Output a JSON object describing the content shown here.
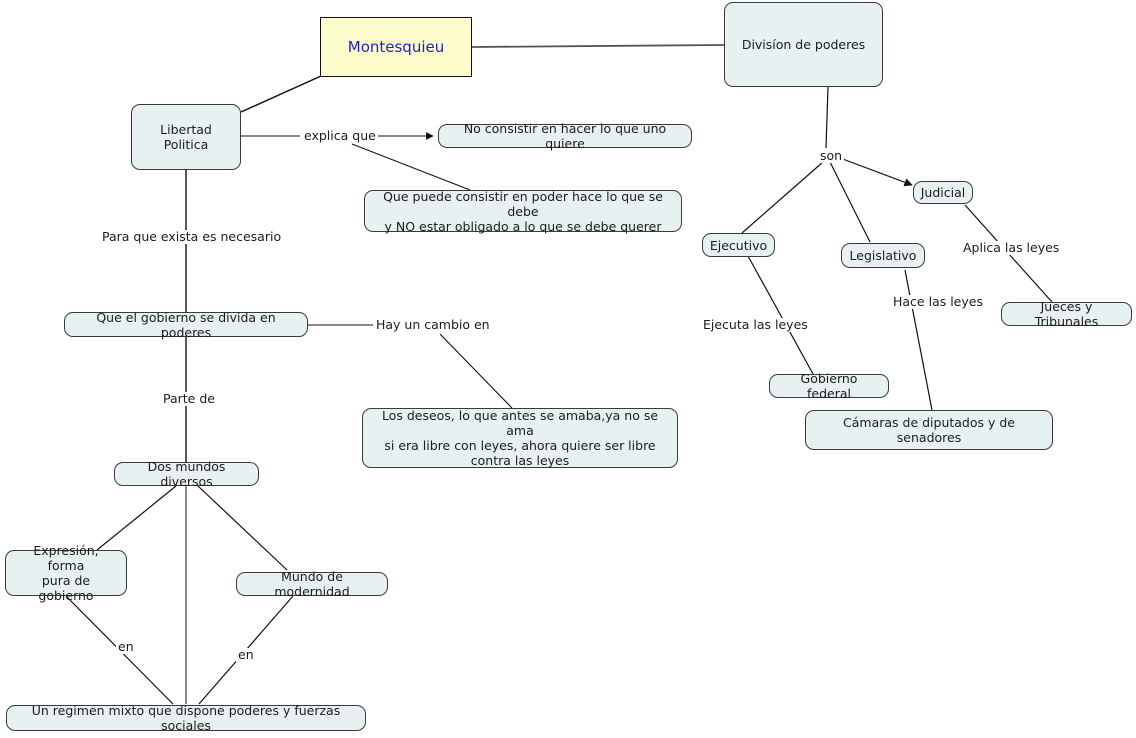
{
  "diagram": {
    "title": "Montesquieu - Division de poderes",
    "type": "concept-map",
    "colors": {
      "node_fill": "#e8f1f2",
      "node_stroke": "#3a3a3a",
      "root_fill": "#fbfbcc",
      "root_text": "#2222cc",
      "edge_stroke": "#1c1c1c",
      "background": "#ffffff"
    }
  },
  "nodes": {
    "montesquieu": "Montesquieu",
    "division_poderes": "Divisíon de poderes",
    "libertad_politica": "Libertad Politica",
    "no_consistir": "No consistir en hacer lo que uno quiere",
    "que_puede_consistir": "Que puede consistir en poder hace lo que se debe\ny NO estar obligado a lo que se debe querer",
    "gobierno_divida": "Que el gobierno se divida en poderes",
    "los_deseos": "Los deseos, lo que antes se amaba,ya no se ama\nsi era libre con leyes, ahora quiere ser libre\ncontra las leyes",
    "dos_mundos": "Dos mundos diversos",
    "expresion_forma": "Expresión, forma\npura de gobierno",
    "mundo_modernidad": "Mundo de modernidad",
    "regimen_mixto": "Un regimen mixto que dispone poderes y fuerzas sociales",
    "ejecutivo": "Ejecutivo",
    "legislativo": "Legislativo",
    "judicial": "Judicial",
    "jueces_tribunales": "Jueces y Tribunales",
    "gobierno_federal": "Gobierno federal",
    "camaras": "Cámaras de diputados y de senadores"
  },
  "edge_labels": {
    "explica_que": "explica que",
    "para_que_exista": "Para que exista es necesario",
    "hay_un_cambio_en": "Hay un cambio en",
    "parte_de": "Parte de",
    "en_left": "en",
    "en_right": "en",
    "son": "son",
    "ejecuta_las_leyes": "Ejecuta las leyes",
    "hace_las_leyes": "Hace las leyes",
    "aplica_las_leyes": "Aplica las leyes"
  }
}
